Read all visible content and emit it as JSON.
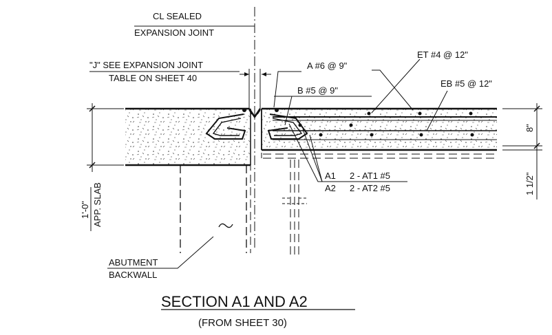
{
  "labels": {
    "cl_line1": "CL SEALED",
    "cl_line2": "EXPANSION JOINT",
    "j_line1": "\"J\" SEE EXPANSION JOINT",
    "j_line2": "TABLE ON SHEET 40",
    "bar_a": "A #6 @ 9\"",
    "bar_b": "B #5 @ 9\"",
    "bar_et": "ET #4 @ 12\"",
    "bar_eb": "EB #5 @ 12\"",
    "dim_8": "8\"",
    "dim_1_5": "1 1/2\"",
    "dim_slab_1": "1'-0\"",
    "dim_slab_2": "APP. SLAB",
    "a1_mark": "A1",
    "a1_bars": "2 - AT1 #5",
    "a2_mark": "A2",
    "a2_bars": "2 - AT2 #5",
    "abut_1": "ABUTMENT",
    "abut_2": "BACKWALL"
  },
  "caption": {
    "title": "SECTION A1 AND A2",
    "subtitle": "(FROM SHEET 30)"
  }
}
